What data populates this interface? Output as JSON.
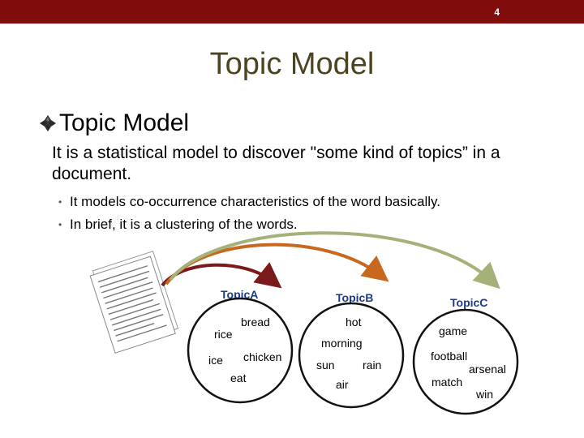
{
  "page_number": "4",
  "title": "Topic Model",
  "bullet": {
    "icon": "diamond-bullet-icon",
    "heading": "Topic Model",
    "paragraph": "It is a statistical model to discover \"some kind of topics” in a document.",
    "subitems": [
      "It models co-occurrence characteristics of the word basically.",
      "In brief, it is a clustering of the words."
    ]
  },
  "diagram": {
    "document_icon": "document-pages-icon",
    "topics": [
      {
        "label": "TopicA",
        "words": [
          "bread",
          "rice",
          "chicken",
          "ice",
          "eat"
        ],
        "arrow_color": "#7a1a1a"
      },
      {
        "label": "TopicB",
        "words": [
          "hot",
          "morning",
          "sun",
          "rain",
          "air"
        ],
        "arrow_color": "#c8681e"
      },
      {
        "label": "TopicC",
        "words": [
          "game",
          "football",
          "arsenal",
          "match",
          "win"
        ],
        "arrow_color": "#a4b27a"
      }
    ]
  },
  "colors": {
    "top_bar": "#800c0c",
    "title_text": "#4c4420",
    "topic_label": "#1a3a8a"
  }
}
